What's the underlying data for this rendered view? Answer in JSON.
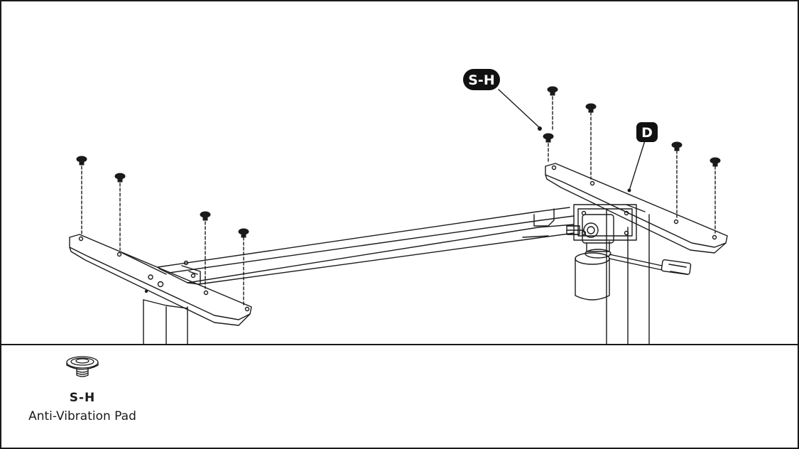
{
  "callouts": {
    "screw_head": "S-H",
    "bracket": "D"
  },
  "parts": [
    {
      "code": "S-H",
      "name": "Anti-Vibration Pad",
      "icon": "anti-vibration-pad-icon"
    }
  ],
  "colors": {
    "line": "#1a1a1a",
    "callout_bg": "#111111",
    "callout_text": "#ffffff"
  }
}
